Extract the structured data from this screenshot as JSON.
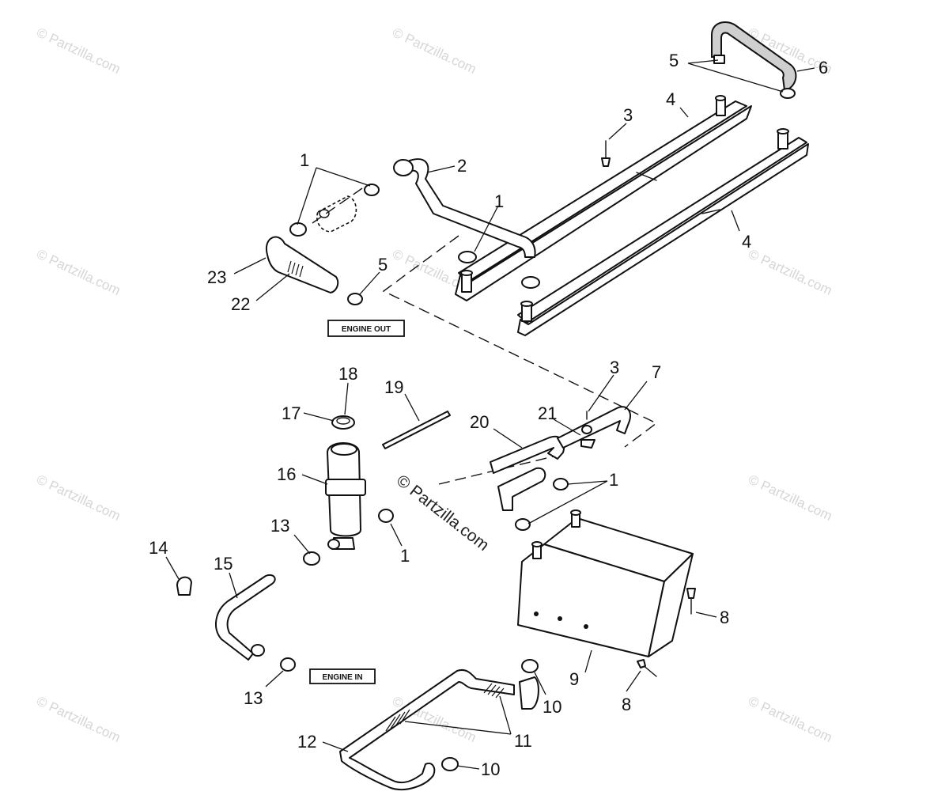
{
  "watermark": "© Partzilla.com",
  "center_watermark": "© Partzilla.com",
  "boxes": {
    "engine_out": "ENGINE OUT",
    "engine_in": "ENGINE IN"
  },
  "callouts": {
    "c1a": "1",
    "c2": "2",
    "c1b": "1",
    "c3a": "3",
    "c4a": "4",
    "c4b": "4",
    "c5a": "5",
    "c6": "6",
    "c23": "23",
    "c22": "22",
    "c5b": "5",
    "c18": "18",
    "c17": "17",
    "c19": "19",
    "c16": "16",
    "c20": "20",
    "c21": "21",
    "c3b": "3",
    "c7": "7",
    "c1c": "1",
    "c13a": "13",
    "c1d": "1",
    "c14": "14",
    "c15": "15",
    "c13b": "13",
    "c8a": "8",
    "c9": "9",
    "c8b": "8",
    "c10a": "10",
    "c11": "11",
    "c12": "12",
    "c10b": "10"
  }
}
